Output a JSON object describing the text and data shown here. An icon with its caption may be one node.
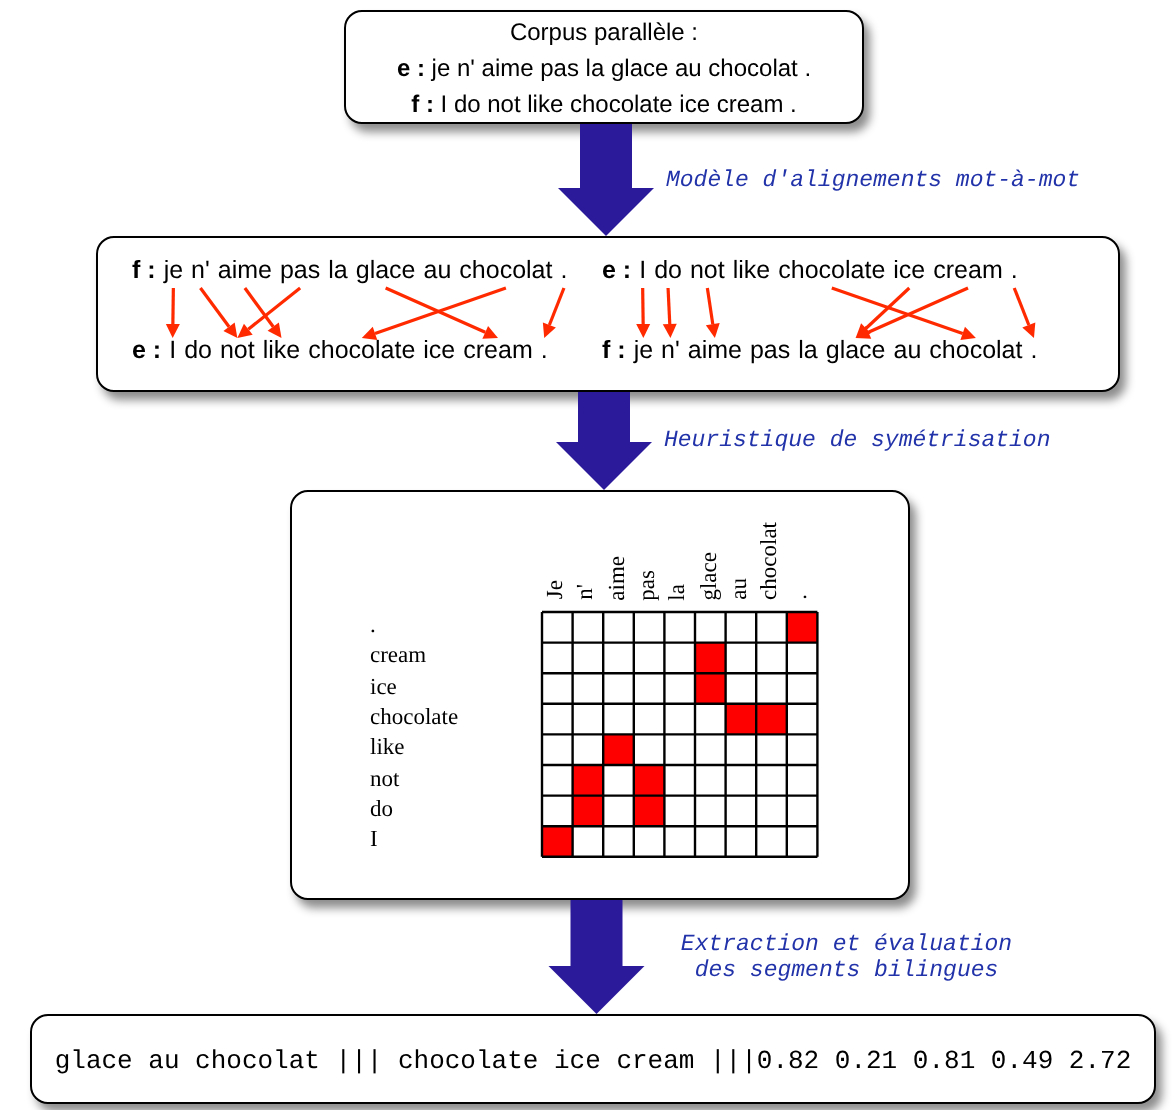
{
  "diagram": {
    "nodes": [
      {
        "text": [
          "Corpus parallèle :",
          "**e :** je n' aime pas la glace au chocolat .",
          "**f :** I do not like chocolate ice cream ."
        ]
      },
      {
        "text": [],
        "shape": "box"
      },
      {
        "text": [
          "je"
        ],
        "in": 1
      },
      {
        "text": [
          "n'"
        ],
        "in": 1
      },
      {
        "text": [
          "aime"
        ],
        "in": 1
      },
      {
        "text": [
          "pas"
        ],
        "in": 1
      },
      {
        "text": [
          "la"
        ],
        "in": 1
      },
      {
        "text": [
          "glace"
        ],
        "in": 1
      },
      {
        "text": [
          "au"
        ],
        "in": 1
      },
      {
        "text": [
          "chocolat"
        ],
        "in": 1
      },
      {
        "text": [
          "."
        ],
        "in": 1
      },
      {
        "text": [
          "I"
        ],
        "in": 1
      },
      {
        "text": [
          "do"
        ],
        "in": 1
      },
      {
        "text": [
          "not"
        ],
        "in": 1
      },
      {
        "text": [
          "like"
        ],
        "in": 1
      },
      {
        "text": [
          "chocolate"
        ],
        "in": 1
      },
      {
        "text": [
          "ice"
        ],
        "in": 1
      },
      {
        "text": [
          "cream"
        ],
        "in": 1
      },
      {
        "text": [
          "."
        ],
        "in": 1
      },
      {
        "text": [
          "I"
        ],
        "in": 1
      },
      {
        "text": [
          "do"
        ],
        "in": 1
      },
      {
        "text": [
          "not"
        ],
        "in": 1
      },
      {
        "text": [
          "like"
        ],
        "in": 1
      },
      {
        "text": [
          "chocolate"
        ],
        "in": 1
      },
      {
        "text": [
          "ice"
        ],
        "in": 1
      },
      {
        "text": [
          "cream"
        ],
        "in": 1
      },
      {
        "text": [
          "."
        ],
        "in": 1
      },
      {
        "text": [
          "je"
        ],
        "in": 1
      },
      {
        "text": [
          "n'"
        ],
        "in": 1
      },
      {
        "text": [
          "aime"
        ],
        "in": 1
      },
      {
        "text": [
          "pas"
        ],
        "in": 1
      },
      {
        "text": [
          "la"
        ],
        "in": 1
      },
      {
        "text": [
          "glace"
        ],
        "in": 1
      },
      {
        "text": [
          "au"
        ],
        "in": 1
      },
      {
        "text": [
          "chocolat"
        ],
        "in": 1
      },
      {
        "text": [
          "."
        ],
        "in": 1
      },
      {
        "text": [],
        "shape": "box"
      },
      {
        "text": [
          "glace au chocolat ||| chocolate ice cream |||0.82 0.21 0.81 0.49 2.72"
        ]
      },
      {
        "text": [],
        "shape": "box",
        "in": 36
      },
      {
        "text": [],
        "shape": "box",
        "in": 36
      },
      {
        "text": [],
        "shape": "box",
        "in": 36
      },
      {
        "text": [],
        "shape": "box",
        "in": 36
      },
      {
        "text": [],
        "shape": "box",
        "in": 36
      },
      {
        "text": [],
        "shape": "box",
        "in": 36
      },
      {
        "text": [],
        "shape": "box",
        "in": 36
      },
      {
        "text": [],
        "shape": "box",
        "in": 36
      },
      {
        "text": [],
        "shape": "box",
        "in": 36
      },
      {
        "text": [],
        "shape": "box",
        "in": 36
      },
      {
        "text": [],
        "shape": "box",
        "in": 36
      }
    ],
    "edges": [
      {
        "from": 0,
        "to": 1,
        "arrow": "to",
        "label": "Modèle d'alignements mot-à-mot",
        "style": "thick",
        "color": "#2b1b9a"
      },
      {
        "from": 2,
        "to": 19,
        "arrow": "to"
      },
      {
        "from": 3,
        "to": 21,
        "arrow": "to"
      },
      {
        "from": 4,
        "to": 22,
        "arrow": "to"
      },
      {
        "from": 5,
        "to": 21,
        "arrow": "to"
      },
      {
        "from": 7,
        "to": 25,
        "arrow": "to"
      },
      {
        "from": 9,
        "to": 23,
        "arrow": "to"
      },
      {
        "from": 10,
        "to": 26,
        "arrow": "to"
      },
      {
        "from": 11,
        "to": 27,
        "arrow": "to"
      },
      {
        "from": 12,
        "to": 28,
        "arrow": "to"
      },
      {
        "from": 13,
        "to": 29,
        "arrow": "to"
      },
      {
        "from": 15,
        "to": 34,
        "arrow": "to"
      },
      {
        "from": 16,
        "to": 32,
        "arrow": "to"
      },
      {
        "from": 17,
        "to": 32,
        "arrow": "to"
      },
      {
        "from": 18,
        "to": 35,
        "arrow": "to"
      },
      {
        "from": 1,
        "to": 36,
        "arrow": "to",
        "label": "Heuristique de symétrisation",
        "style": "thick",
        "color": "#2b1b9a"
      },
      {
        "from": 36,
        "to": 37,
        "arrow": "to",
        "label": "Extraction et évaluation des segments bilingues",
        "style": "thick",
        "color": "#2b1b9a"
      }
    ],
    "labels": [
      "f :",
      "e :",
      "e :",
      "f :",
      "Je",
      "n'",
      "aime",
      "pas",
      "la",
      "glace",
      "au",
      "chocolat",
      ".",
      ".",
      "cream",
      "ice",
      "chocolate",
      "like",
      "not",
      "do",
      "I"
    ]
  }
}
